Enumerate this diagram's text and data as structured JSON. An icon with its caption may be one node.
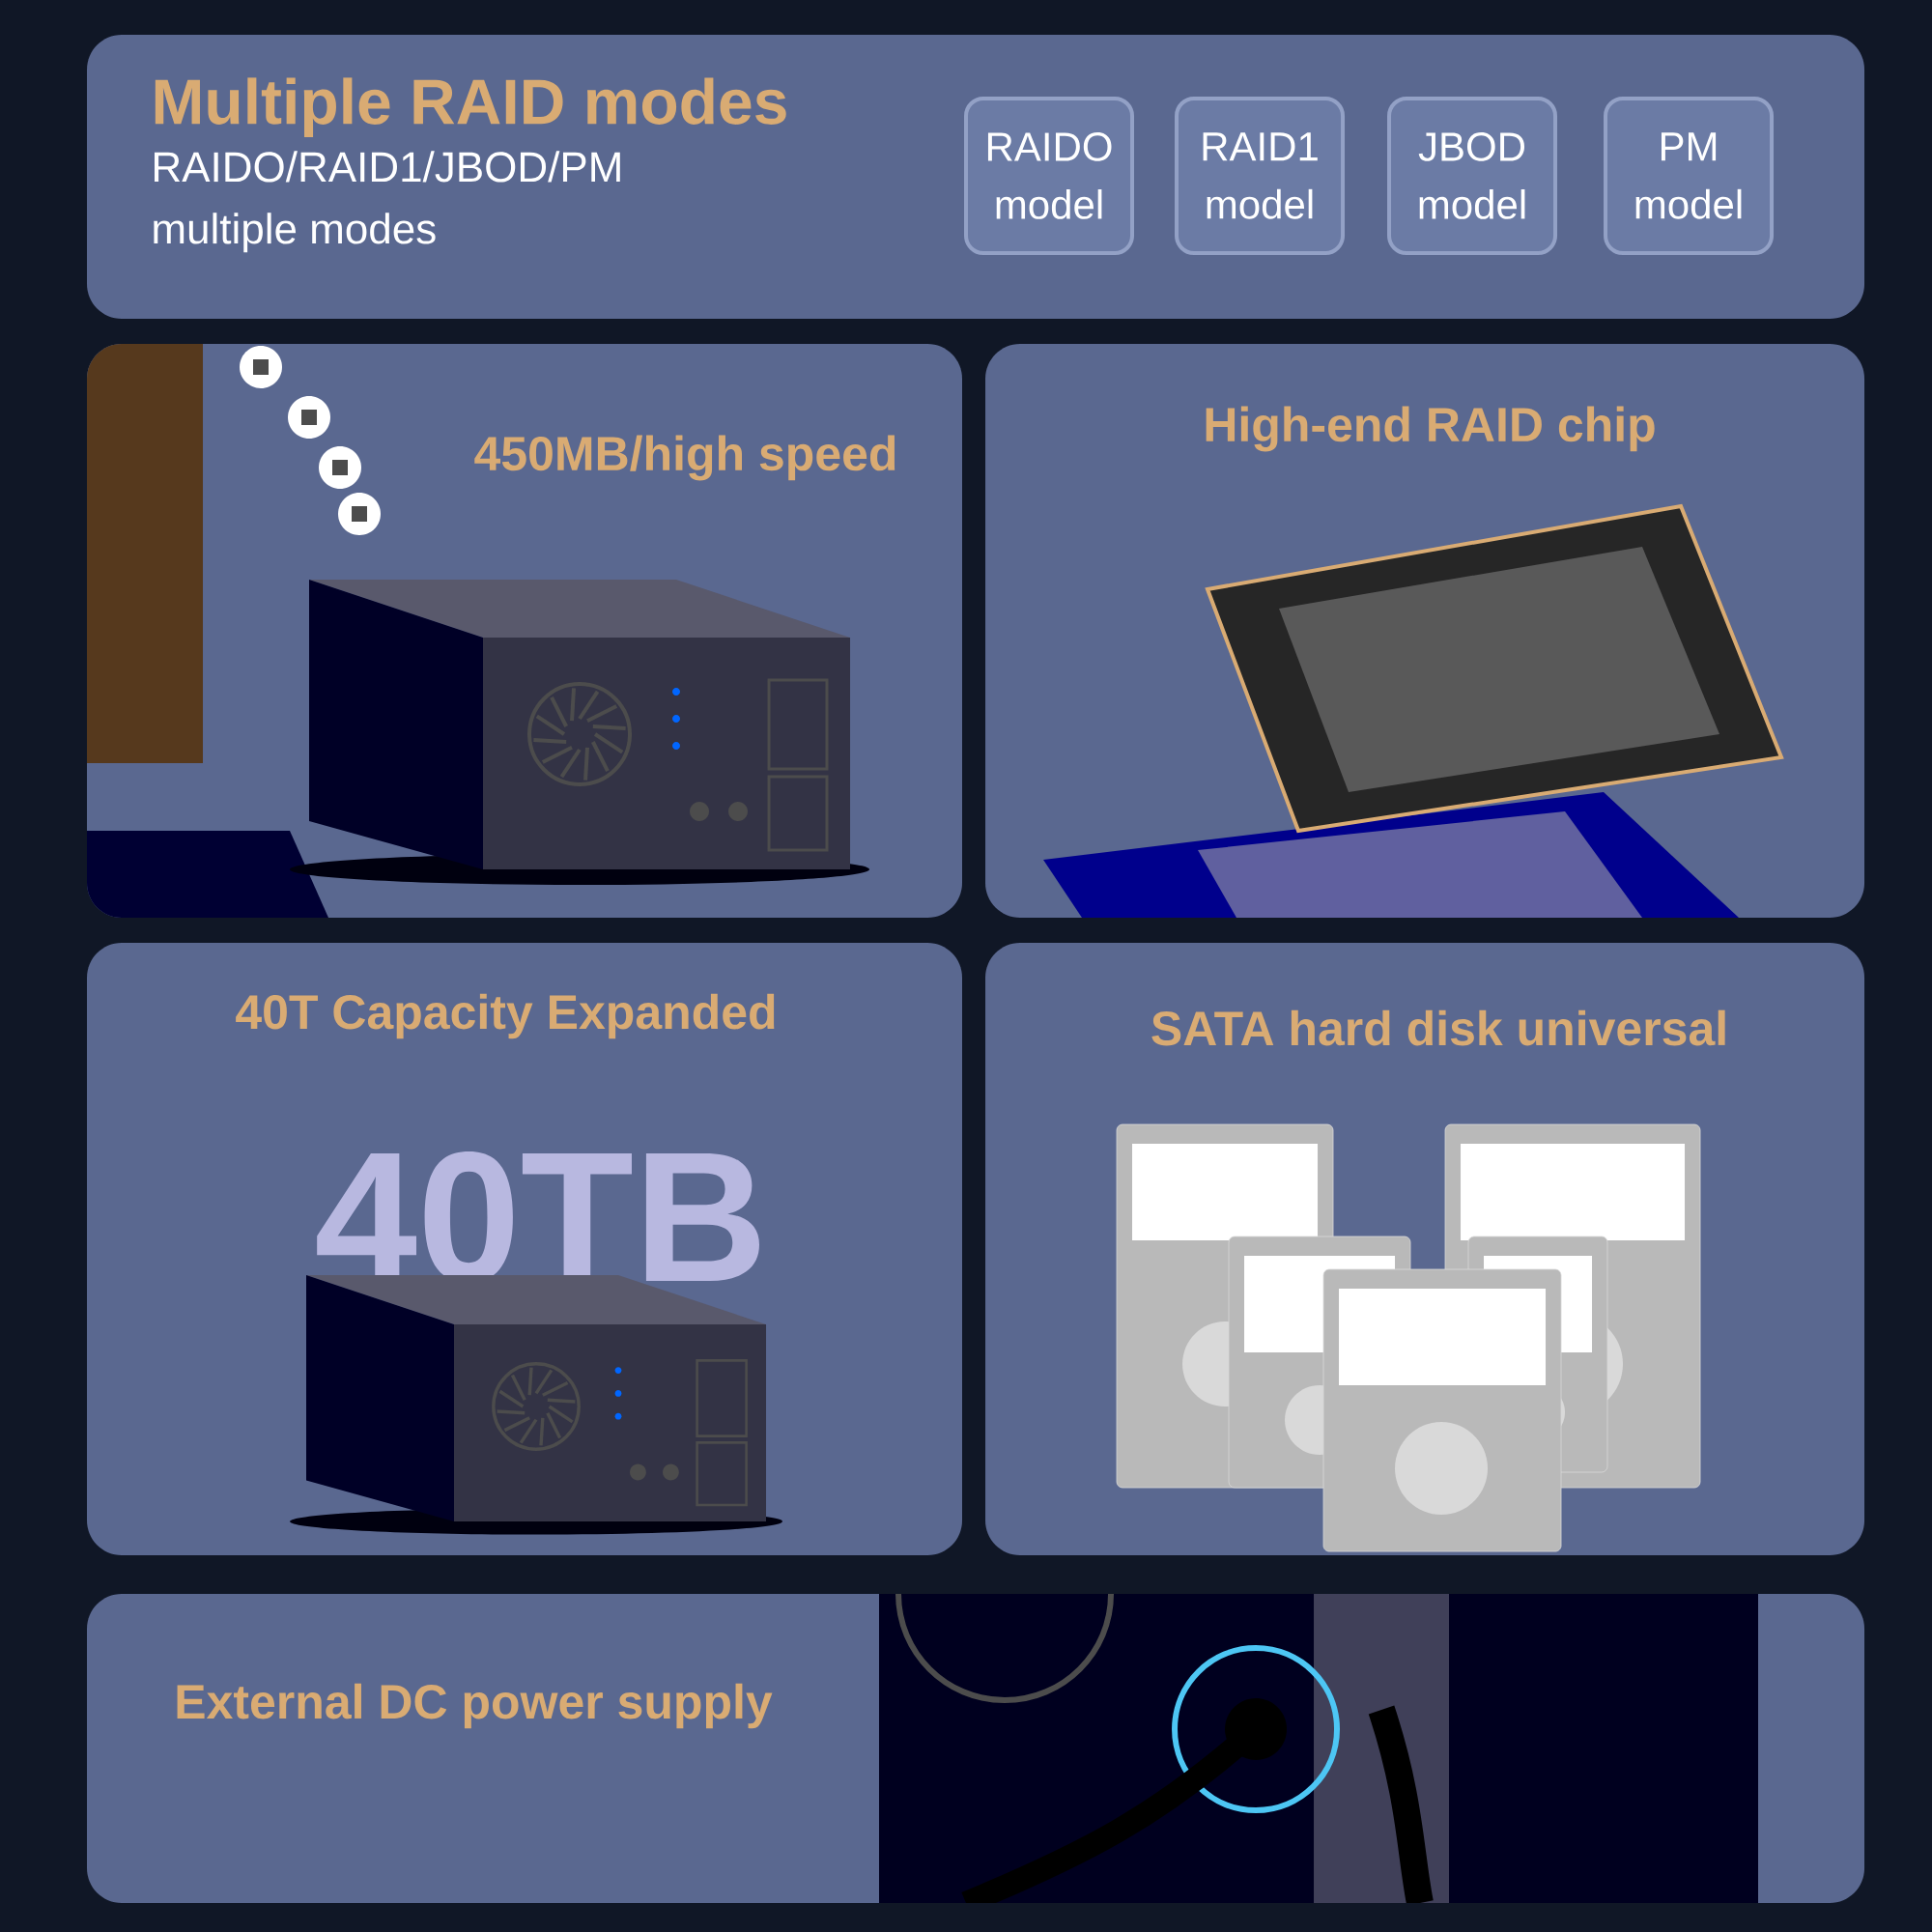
{
  "diagram": {
    "nodes": [
      {
        "text": [
          "Multiple RAID modes",
          "RAIDO/RAID1/JBOD/PM multiple modes"
        ]
      },
      {
        "text": [
          "RAIDO model"
        ],
        "in": 0
      },
      {
        "text": [
          "RAID1 model"
        ],
        "in": 0
      },
      {
        "text": [
          "JBOD model"
        ],
        "in": 0
      },
      {
        "text": [
          "PM model"
        ],
        "in": 0
      },
      {
        "text": [
          "450MB/high speed"
        ]
      },
      {
        "text": [
          "High-end RAID chip"
        ]
      },
      {
        "text": [
          "40T Capacity Expanded",
          "40TB"
        ]
      },
      {
        "text": [
          "SATA hard disk universal"
        ]
      },
      {
        "text": [
          "External DC power supply"
        ]
      }
    ]
  }
}
